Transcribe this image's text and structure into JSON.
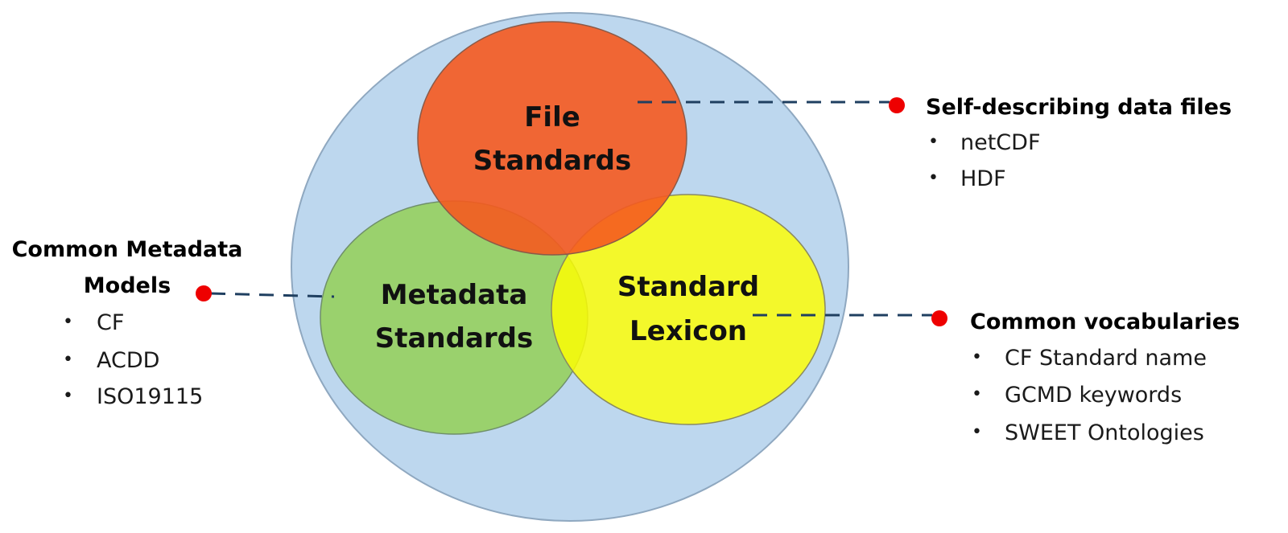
{
  "colors": {
    "outer_circle": "#bdd7ee",
    "outer_stroke": "#8fa8c0",
    "file_standards": "#f55a1f",
    "metadata_standards": "#92d050",
    "standard_lexicon": "#ffff00",
    "connector": "#1f3f60",
    "dot": "#ee0000"
  },
  "circles": {
    "file_standards": [
      "File",
      "Standards"
    ],
    "metadata_standards": [
      "Metadata",
      "Standards"
    ],
    "standard_lexicon": [
      "Standard",
      "Lexicon"
    ]
  },
  "callouts": {
    "file": {
      "title": "Self-describing data files",
      "items": [
        "netCDF",
        "HDF"
      ]
    },
    "metadata": {
      "title": [
        "Common Metadata",
        "Models"
      ],
      "items": [
        "CF",
        "ACDD",
        "ISO19115"
      ]
    },
    "lexicon": {
      "title": "Common vocabularies",
      "items": [
        "CF Standard  name",
        "GCMD keywords",
        "SWEET Ontologies"
      ]
    }
  }
}
